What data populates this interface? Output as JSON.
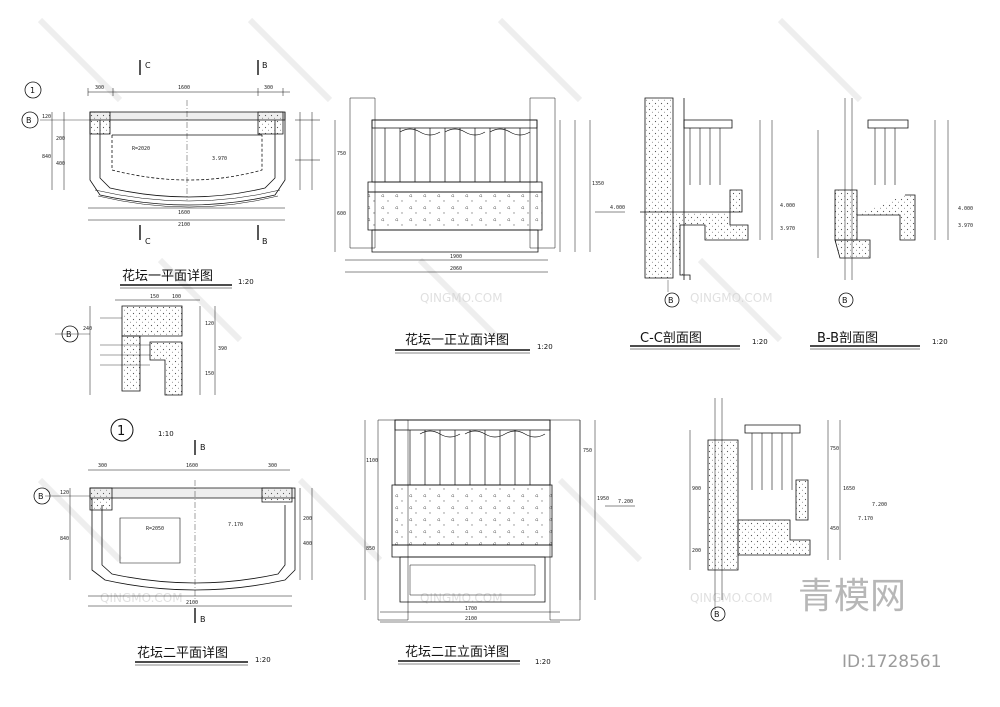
{
  "drawings": {
    "plan1": {
      "title": "花坛一平面详图",
      "scale": "1:20",
      "section_c": "C",
      "section_b": "B",
      "grid": "B",
      "detail_no": "1",
      "dims_top": [
        "300",
        "1600",
        "300"
      ],
      "dims_bottom": [
        "1600",
        "2100"
      ],
      "dims_side": [
        "120",
        "840",
        "400",
        "200"
      ],
      "level": "3.970",
      "radius": "R=2020"
    },
    "detail1": {
      "label_no": "1",
      "scale": "1:10",
      "grid": "B",
      "dims_top": [
        "150",
        "100"
      ],
      "dims_side": [
        "240",
        "120",
        "390",
        "150"
      ]
    },
    "plan2": {
      "title": "花坛二平面详图",
      "scale": "1:20",
      "section_b": "B",
      "grid": "B",
      "dims_top": [
        "300",
        "1600",
        "300"
      ],
      "dims_bottom": [
        "2100"
      ],
      "dims_side": [
        "120",
        "840",
        "400",
        "200"
      ],
      "level": "7.170",
      "radius": "R=2050"
    },
    "elev1": {
      "title": "花坛一正立面详图",
      "scale": "1:20",
      "dims_bottom": [
        "1900",
        "2060"
      ],
      "dims_side": [
        "750",
        "600",
        "1350"
      ],
      "level": "4.000"
    },
    "elev2": {
      "title": "花坛二正立面详图",
      "scale": "1:20",
      "dims_bottom": [
        "1700",
        "2100"
      ],
      "dims_side": [
        "1100",
        "850",
        "750",
        "1950"
      ],
      "level": "7.200"
    },
    "sec_cc": {
      "title": "C-C剖面图",
      "scale": "1:20",
      "grid": "B",
      "level": "4.000",
      "level2": "3.970"
    },
    "sec_bb": {
      "title": "B-B剖面图",
      "scale": "1:20",
      "grid": "B",
      "level": "4.000",
      "level2": "3.970"
    },
    "sec_3": {
      "grid": "B",
      "level": "7.200",
      "level2": "7.170",
      "dims_side": [
        "900",
        "200",
        "750",
        "450",
        "1650"
      ]
    }
  },
  "watermark": {
    "brand": "青模网",
    "url": "QINGMO.COM",
    "logo_text": "青模网",
    "id": "ID:1728561"
  }
}
